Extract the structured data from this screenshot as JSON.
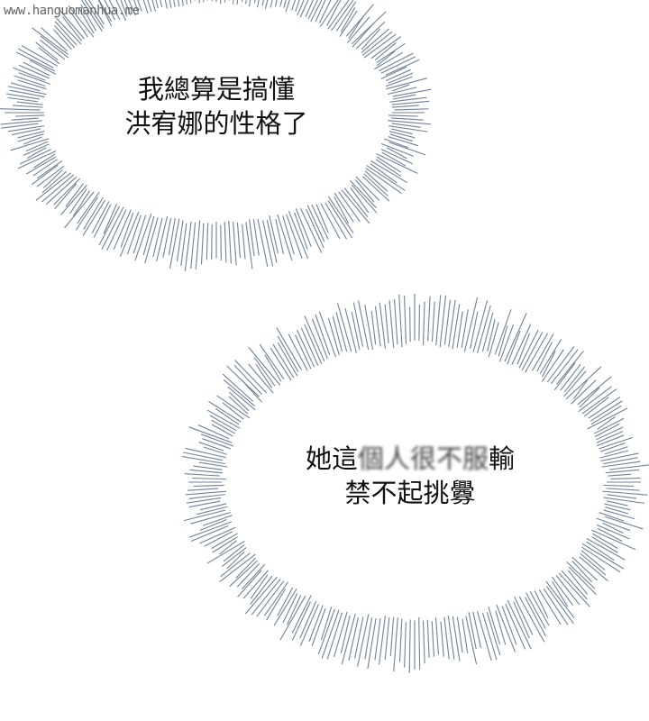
{
  "watermark": "www.hanguomanhua.me",
  "bubbles": [
    {
      "lines": [
        "我總算是搞懂",
        "洪宥娜的性格了"
      ]
    },
    {
      "line1_start": "她這",
      "line1_blurred": "個人很不服",
      "line1_end": "輸",
      "line2": "禁不起挑釁"
    }
  ],
  "colors": {
    "burst": "#6f8299",
    "text": "#111111"
  }
}
